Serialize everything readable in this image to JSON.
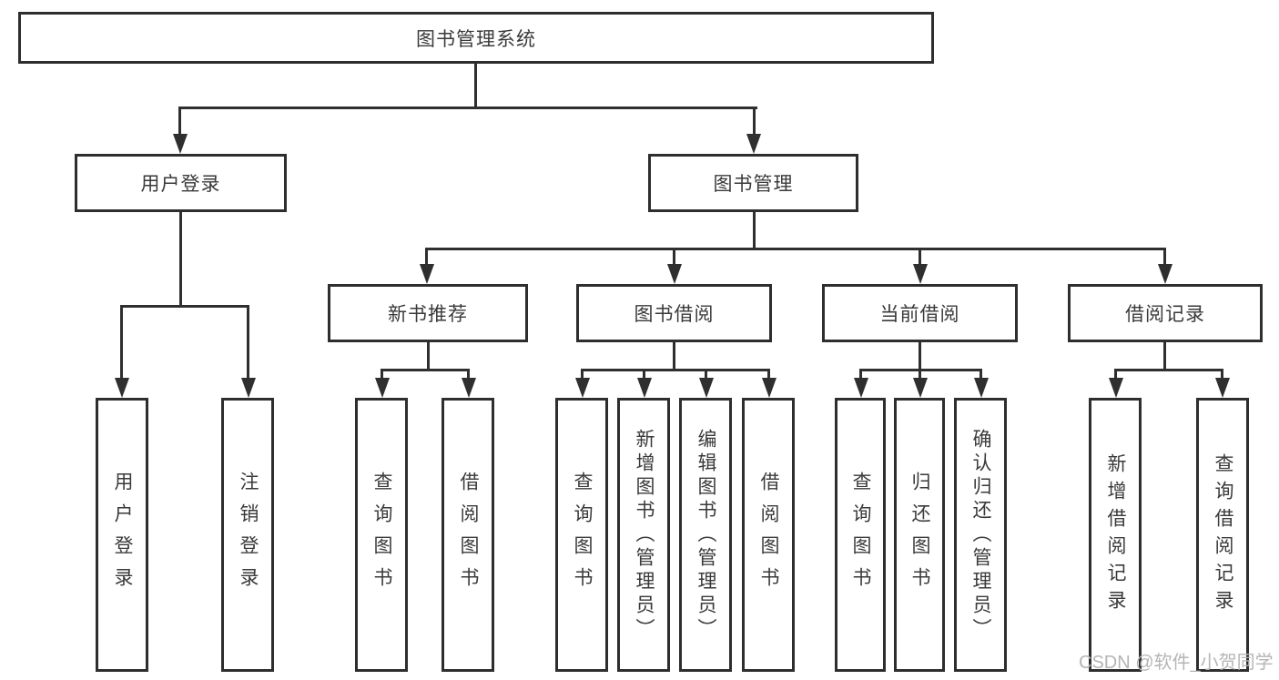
{
  "diagram": {
    "root": {
      "label": "图书管理系统"
    },
    "level2": [
      {
        "label": "用户登录"
      },
      {
        "label": "图书管理"
      }
    ],
    "level3": [
      {
        "label": "新书推荐"
      },
      {
        "label": "图书借阅"
      },
      {
        "label": "当前借阅"
      },
      {
        "label": "借阅记录"
      }
    ],
    "leaves": [
      {
        "label": "用户登录"
      },
      {
        "label": "注销登录"
      },
      {
        "label": "查询图书"
      },
      {
        "label": "借阅图书"
      },
      {
        "label": "查询图书"
      },
      {
        "label": "新增图书（管理员）"
      },
      {
        "label": "编辑图书（管理员）"
      },
      {
        "label": "借阅图书"
      },
      {
        "label": "查询图书"
      },
      {
        "label": "归还图书"
      },
      {
        "label": "确认归还（管理员）"
      },
      {
        "label": "新增借阅记录"
      },
      {
        "label": "查询借阅记录"
      }
    ],
    "colors": {
      "line": "#2f2f2f",
      "border": "#2e2e2e",
      "text": "#3a3a3a",
      "box_bg": "#ffffff",
      "watermark": "#b5b5b5"
    }
  },
  "watermark": {
    "text": "CSDN @软件_小贺同学"
  }
}
